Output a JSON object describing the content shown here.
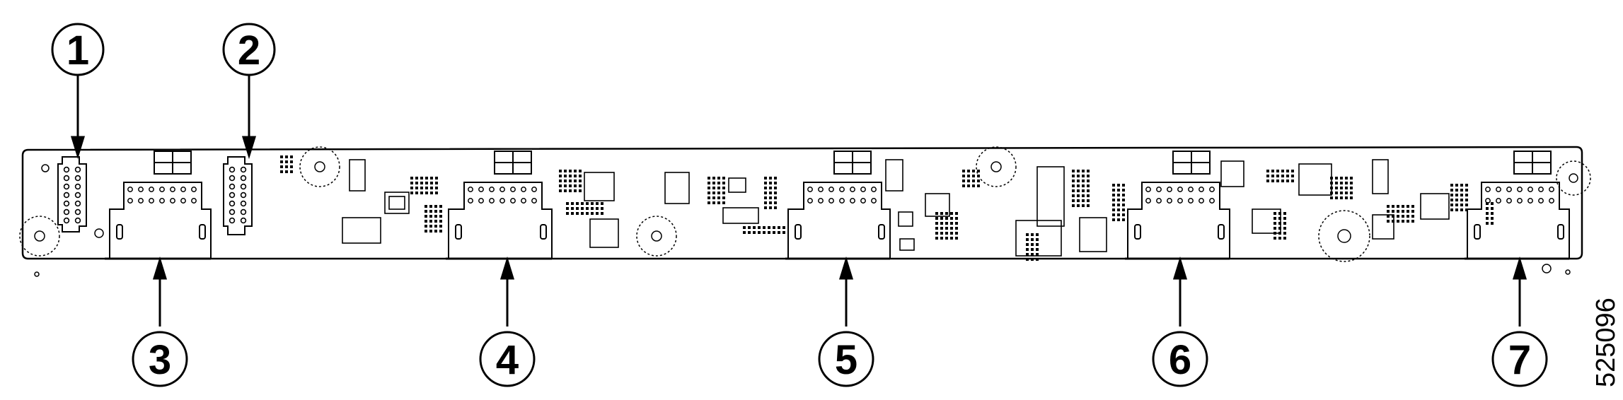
{
  "figure": {
    "callouts": [
      {
        "label": "1"
      },
      {
        "label": "2"
      },
      {
        "label": "3"
      },
      {
        "label": "4"
      },
      {
        "label": "5"
      },
      {
        "label": "6"
      },
      {
        "label": "7"
      }
    ],
    "figure_id": "525096"
  }
}
